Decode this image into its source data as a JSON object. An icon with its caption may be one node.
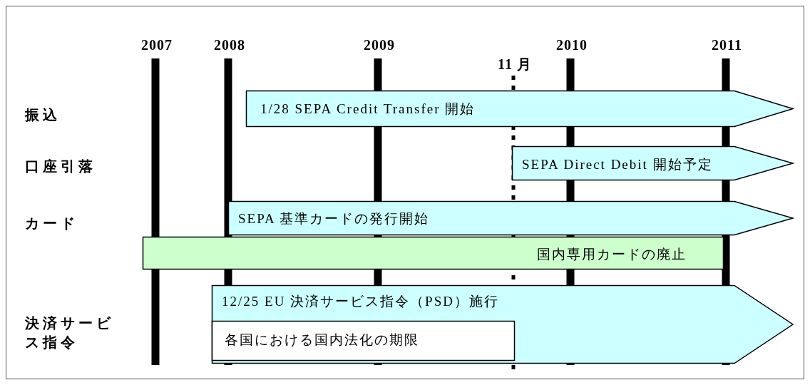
{
  "diagram": {
    "nodes": [
      {
        "text": [
          "1/28 SEPA Credit Transfer 開始"
        ]
      },
      {
        "text": [
          "SEPA Direct Debit 開始予定"
        ]
      },
      {
        "text": [
          "SEPA 基準カードの発行開始"
        ]
      },
      {
        "text": [
          "国内専用カードの廃止"
        ]
      },
      {
        "text": [
          "12/25 EU 決済サービス指令（PSD）施行"
        ]
      },
      {
        "text": [
          "各国における国内法化の期限"
        ],
        "in": 4
      }
    ],
    "labels": [
      "2007",
      "2008",
      "2009",
      "11 月",
      "2010",
      "2011",
      "振込",
      "口座引落",
      "カード",
      "決済サービス指令"
    ]
  }
}
